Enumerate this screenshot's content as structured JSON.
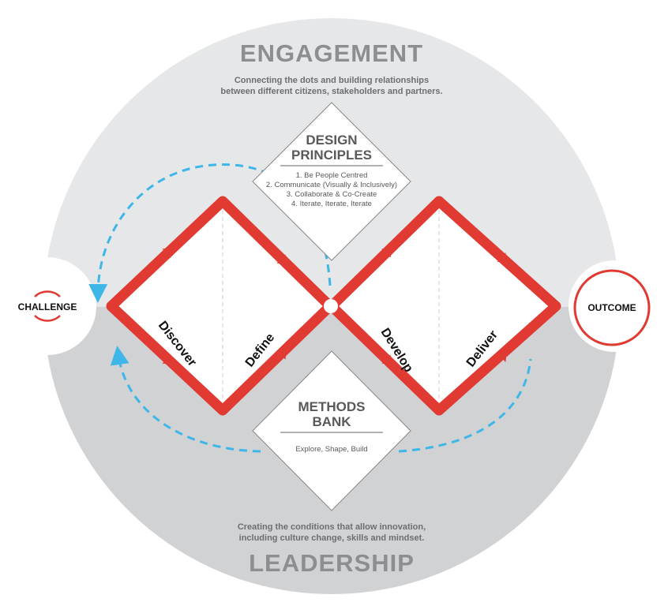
{
  "engagement": {
    "title": "ENGAGEMENT",
    "line1": "Connecting the dots and building relationships",
    "line2": "between different citizens, stakeholders and partners."
  },
  "leadership": {
    "title": "LEADERSHIP",
    "line1": "Creating the conditions that allow innovation,",
    "line2": "including culture change, skills and mindset."
  },
  "design_principles": {
    "title1": "DESIGN",
    "title2": "PRINCIPLES",
    "items": [
      "1. Be People Centred",
      "2. Communicate (Visually & Inclusively)",
      "3. Collaborate & Co-Create",
      "4. Iterate, Iterate, Iterate"
    ]
  },
  "methods_bank": {
    "title1": "METHODS",
    "title2": "BANK",
    "text": "Explore, Shape, Build"
  },
  "phases": [
    "Discover",
    "Define",
    "Develop",
    "Deliver"
  ],
  "challenge": "CHALLENGE",
  "outcome": "OUTCOME",
  "colors": {
    "red": "#e03a33",
    "blue": "#3fb6e8",
    "upper": "#e6e7e8",
    "lower": "#d1d2d4"
  }
}
